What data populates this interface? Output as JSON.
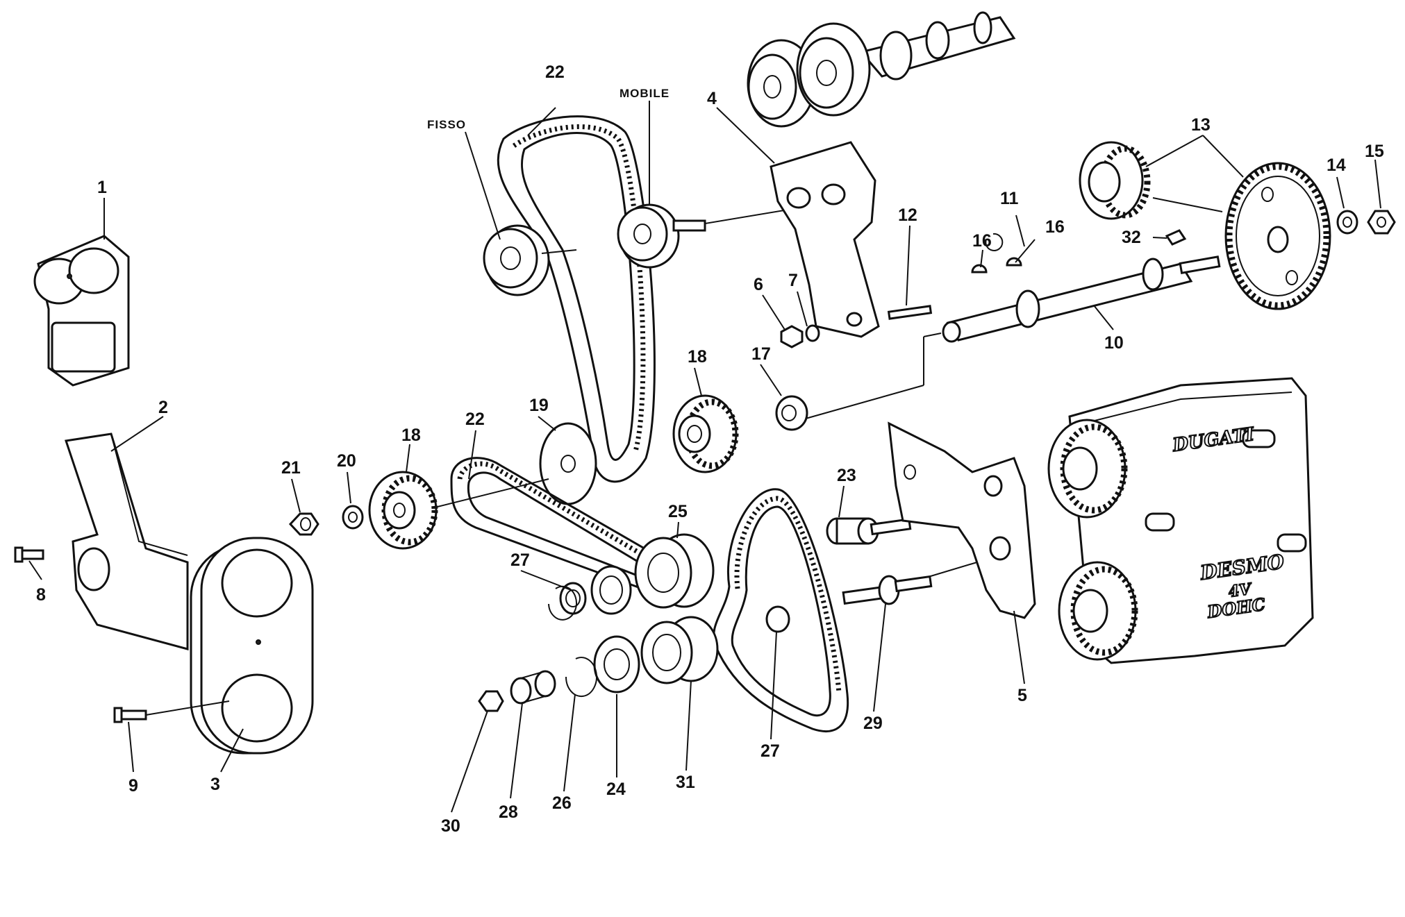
{
  "labels": {
    "n1": "1",
    "n2": "2",
    "n3": "3",
    "n4": "4",
    "n5": "5",
    "n6": "6",
    "n7": "7",
    "n8": "8",
    "n9": "9",
    "n10": "10",
    "n11": "11",
    "n12": "12",
    "n13": "13",
    "n14": "14",
    "n15": "15",
    "n16a": "16",
    "n16b": "16",
    "n17": "17",
    "n18a": "18",
    "n18b": "18",
    "n19": "19",
    "n20": "20",
    "n21": "21",
    "n22a": "22",
    "n22b": "22",
    "n23": "23",
    "n24": "24",
    "n25": "25",
    "n26": "26",
    "n27a": "27",
    "n27b": "27",
    "n28": "28",
    "n29": "29",
    "n30": "30",
    "n31": "31",
    "n32": "32",
    "fisso": "FISSO",
    "mobile": "MOBILE"
  },
  "engraving": {
    "brand": "DUGATI",
    "line1": "DESMO",
    "line2": "4V",
    "line3": "DOHC"
  },
  "colors": {
    "ink": "#111111",
    "paper": "#ffffff"
  }
}
